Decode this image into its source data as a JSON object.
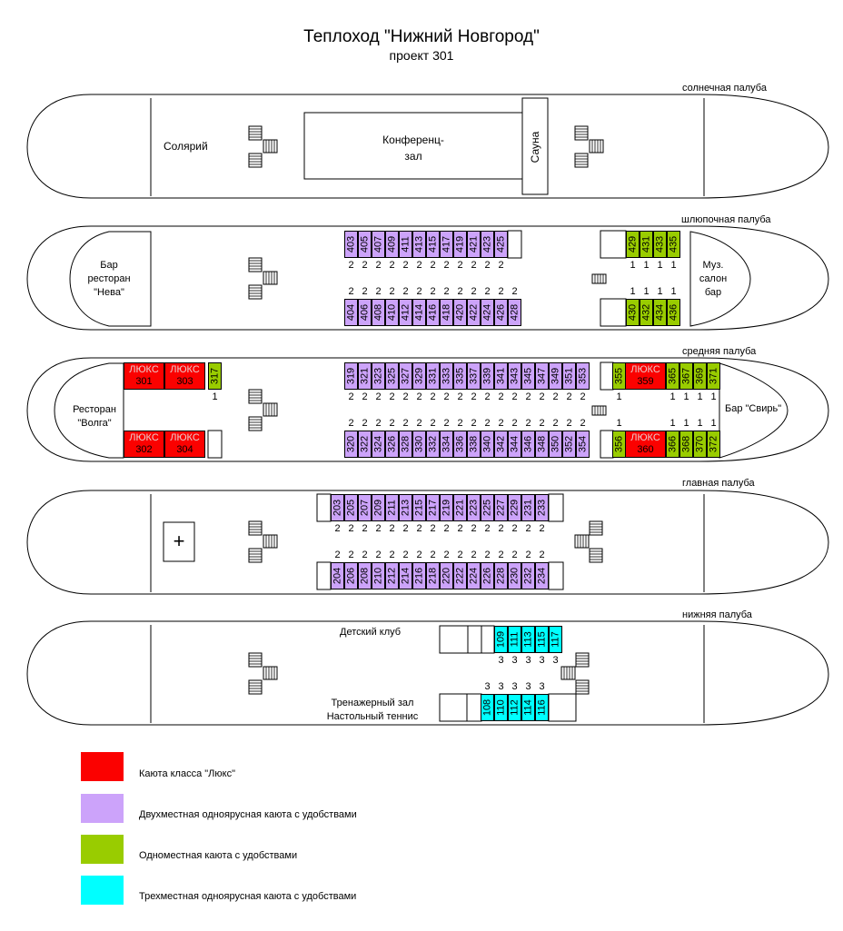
{
  "header": {
    "title": "Теплоход \"Нижний Новгород\"",
    "subtitle": "проект 301"
  },
  "colors": {
    "lux": "#fb0100",
    "double": "#cca3fa",
    "single": "#99cc00",
    "triple": "#00ffff"
  },
  "decks": {
    "sun": {
      "name": "солнечная палуба",
      "solarium": "Солярий",
      "conference": "Конференц-\nзал",
      "sauna": "Сауна"
    },
    "boat": {
      "name": "шлюпочная палуба",
      "bar_left": "Бар\nресторан\n\"Нева\"",
      "bar_right": "Муз.\nсалон\nбар",
      "top_rooms": [
        "403",
        "405",
        "407",
        "409",
        "411",
        "413",
        "415",
        "417",
        "419",
        "421",
        "423",
        "425"
      ],
      "bottom_rooms": [
        "404",
        "406",
        "408",
        "410",
        "412",
        "414",
        "416",
        "418",
        "420",
        "422",
        "424",
        "426",
        "428"
      ],
      "top_single": [
        "429",
        "431",
        "433",
        "435"
      ],
      "bottom_single": [
        "430",
        "432",
        "434",
        "436"
      ]
    },
    "middle": {
      "name": "средняя палуба",
      "restaurant": "Ресторан\n\"Волга\"",
      "bar": "Бар \"Свирь\"",
      "lux_label": "ЛЮКС",
      "lux_top": [
        "301",
        "303"
      ],
      "lux_bottom": [
        "302",
        "304"
      ],
      "single_317": "317",
      "top_rooms": [
        "319",
        "321",
        "323",
        "325",
        "327",
        "329",
        "331",
        "333",
        "335",
        "337",
        "339",
        "341",
        "343",
        "345",
        "347",
        "349",
        "351",
        "353"
      ],
      "bottom_rooms": [
        "320",
        "322",
        "324",
        "326",
        "328",
        "330",
        "332",
        "334",
        "336",
        "338",
        "340",
        "342",
        "344",
        "346",
        "348",
        "350",
        "352",
        "354"
      ],
      "top_right_single_a": "355",
      "lux_359": "359",
      "top_right_single_b": [
        "365",
        "367",
        "369",
        "371"
      ],
      "bottom_right_single_a": "356",
      "lux_360": "360",
      "bottom_right_single_b": [
        "366",
        "368",
        "370",
        "372"
      ]
    },
    "main": {
      "name": "главная палуба",
      "medical": "+",
      "top_rooms": [
        "203",
        "205",
        "207",
        "209",
        "211",
        "213",
        "215",
        "217",
        "219",
        "221",
        "223",
        "225",
        "227",
        "229",
        "231",
        "233"
      ],
      "bottom_rooms": [
        "204",
        "206",
        "208",
        "210",
        "212",
        "214",
        "216",
        "218",
        "220",
        "222",
        "224",
        "226",
        "228",
        "230",
        "232",
        "234"
      ]
    },
    "lower": {
      "name": "нижняя палуба",
      "kids": "Детский клуб",
      "gym": "Тренажерный зал\nНастольный теннис",
      "top_rooms": [
        "109",
        "111",
        "113",
        "115",
        "117"
      ],
      "bottom_rooms": [
        "108",
        "110",
        "112",
        "114",
        "116"
      ]
    }
  },
  "capacity": {
    "double": "2",
    "single": "1",
    "triple": "3"
  },
  "legend": [
    {
      "color": "#fb0100",
      "label": "Каюта класса \"Люкс\""
    },
    {
      "color": "#cca3fa",
      "label": "Двухместная одноярусная каюта с удобствами"
    },
    {
      "color": "#99cc00",
      "label": "Одноместная каюта с удобствами"
    },
    {
      "color": "#00ffff",
      "label": "Трехместная одноярусная каюта с удобствами"
    }
  ]
}
